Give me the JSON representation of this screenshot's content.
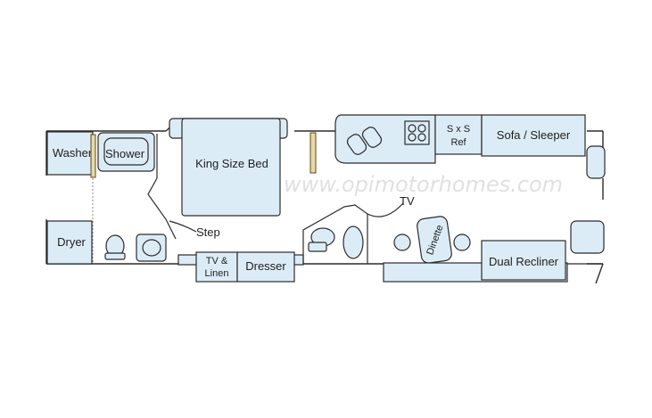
{
  "rooms": {
    "washer": "Washer",
    "shower": "Shower",
    "dryer": "Dryer",
    "bed": "King Size Bed",
    "step": "Step",
    "tv_linen_1": "TV &",
    "tv_linen_2": "Linen",
    "dresser": "Dresser",
    "ref_1": "S x S",
    "ref_2": "Ref",
    "sofa": "Sofa / Sleeper",
    "tv": "TV",
    "dinette": "Dinette",
    "recliner": "Dual Recliner"
  },
  "watermark": "www.opimotorhomes.com",
  "colors": {
    "fixture": "#dcecf7",
    "outline": "#2b2b2b"
  }
}
